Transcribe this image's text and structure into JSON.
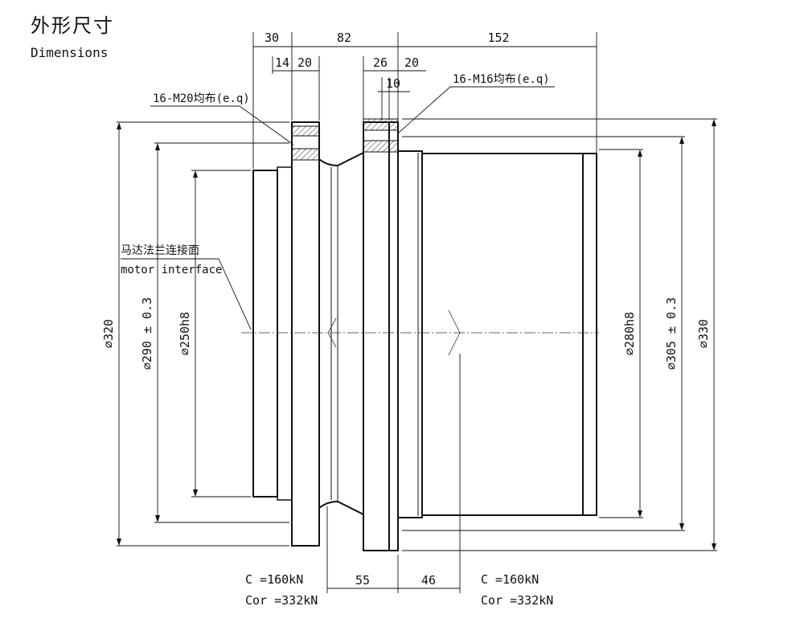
{
  "header": {
    "title_cn": "外形尺寸",
    "title_en": "Dimensions"
  },
  "dims_top": {
    "d30": "30",
    "d82": "82",
    "d152": "152",
    "d14": "14",
    "d20a": "20",
    "d26": "26",
    "d20b": "20",
    "d10": "10"
  },
  "dims_bottom": {
    "d55": "55",
    "d46": "46"
  },
  "callouts": {
    "bolts_left": "16-M20均布(e.q)",
    "bolts_right": "16-M16均布(e.q)",
    "motor_cn": "马达法兰连接面",
    "motor_en": "motor interface"
  },
  "diameters": {
    "d320": "⌀320",
    "d290": "⌀290 ± 0.3",
    "d250": "⌀250h8",
    "d280": "⌀280h8",
    "d305": "⌀305 ± 0.3",
    "d330": "⌀330"
  },
  "loads": {
    "left": {
      "c": "C =160kN",
      "cor": "Cor =332kN"
    },
    "right": {
      "c": "C =160kN",
      "cor": "Cor =332kN"
    }
  }
}
